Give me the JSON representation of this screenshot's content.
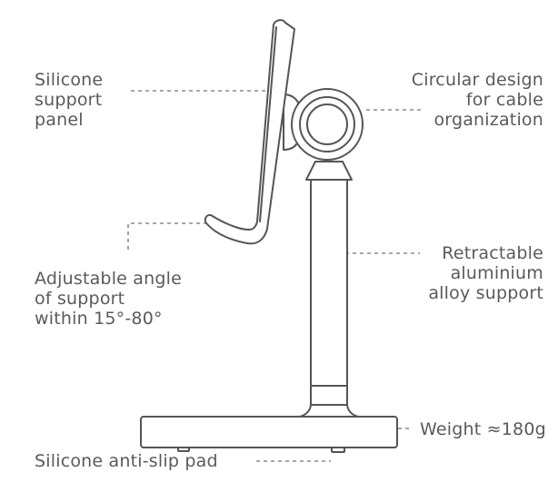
{
  "callouts": {
    "silicone_panel": {
      "lines": [
        "Silicone",
        "support",
        "panel"
      ]
    },
    "circular_design": {
      "lines": [
        "Circular design",
        "for cable",
        "organization"
      ]
    },
    "adjustable_angle": {
      "lines": [
        "Adjustable angle",
        "of support",
        "within 15°-80°"
      ]
    },
    "retractable_support": {
      "lines": [
        "Retractable",
        "aluminium",
        "alloy support"
      ]
    },
    "weight": {
      "text": "Weight ≈180g"
    },
    "anti_slip": {
      "text": "Silicone anti-slip pad"
    }
  },
  "colors": {
    "stroke": "#555555",
    "leader": "#8a8a8a",
    "text": "#5a5a5a"
  }
}
